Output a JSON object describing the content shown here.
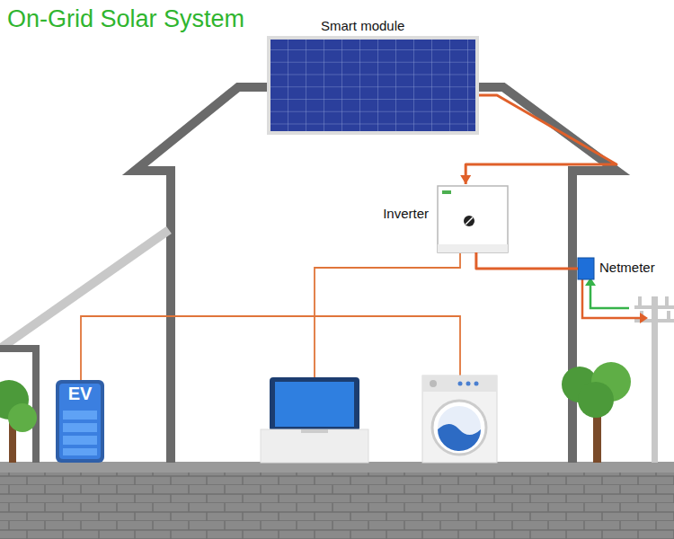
{
  "diagram": {
    "title": "On-Grid Solar System",
    "nodes": [
      {
        "text": [
          "Smart module"
        ]
      },
      {
        "text": [
          "Inverter"
        ]
      },
      {
        "text": [
          "Netmeter"
        ]
      },
      {
        "text": [
          "EV"
        ]
      }
    ],
    "edges": [
      {
        "from": 0,
        "to": 1,
        "arrow": "to"
      },
      {
        "from": 1,
        "to": 2,
        "arrow": "none"
      }
    ]
  }
}
